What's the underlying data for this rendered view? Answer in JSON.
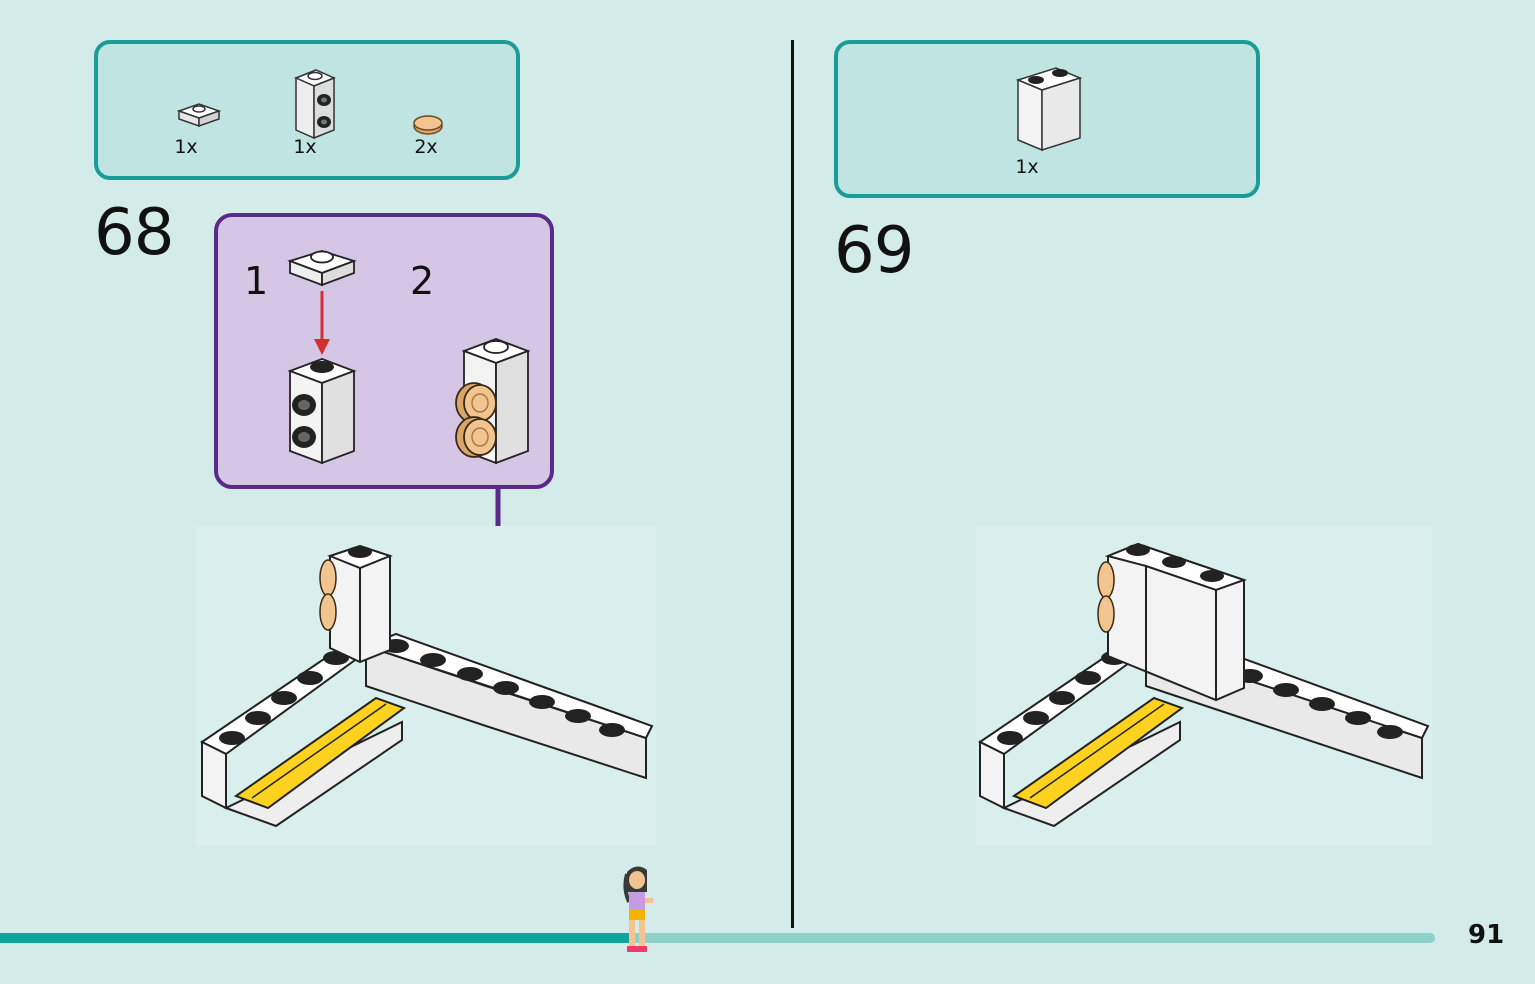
{
  "left_step": {
    "parts": [
      {
        "qty": "1x",
        "icon": "white-plate-1x1-icon"
      },
      {
        "qty": "1x",
        "icon": "white-brick-with-holes-icon"
      },
      {
        "qty": "2x",
        "icon": "tan-round-tile-icon"
      }
    ],
    "number": "68",
    "sub_steps": [
      "1",
      "2"
    ]
  },
  "right_step": {
    "parts": [
      {
        "qty": "1x",
        "icon": "white-brick-1x2x2-icon"
      }
    ],
    "number": "69"
  },
  "footer": {
    "progress": 0.44,
    "page_number": "91",
    "colors": {
      "fill": "#12a39a",
      "track": "#8fd0cb"
    }
  }
}
